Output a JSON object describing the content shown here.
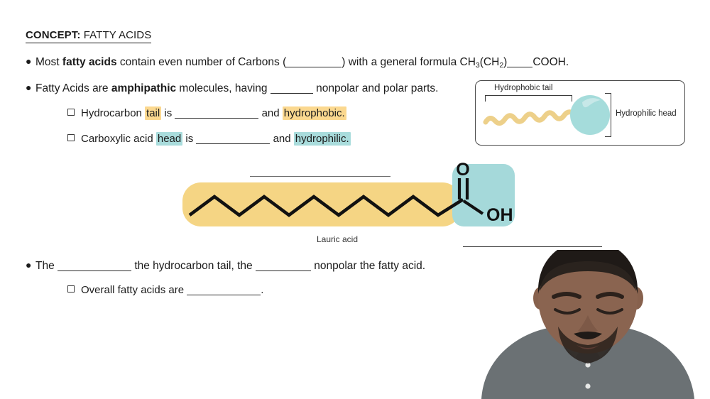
{
  "slide": {
    "title_concept": "CONCEPT:",
    "title_topic": " FATTY ACIDS"
  },
  "bullets": {
    "b1_p1": "Most ",
    "b1_bold": "fatty acids",
    "b1_p2": " contain even number of Carbons (",
    "b1_p3": ") with a general formula CH",
    "b1_sub3": "3",
    "b1_p4": "(CH",
    "b1_sub2": "2",
    "b1_p5": ")",
    "b1_p6": "COOH.",
    "b2_p1": "Fatty Acids are ",
    "b2_bold": "amphipathic",
    "b2_p2": " molecules, having ",
    "b2_p3": " nonpolar and polar parts.",
    "sub1_p1": "Hydrocarbon ",
    "sub1_hl1": "tail",
    "sub1_p2": " is ",
    "sub1_p3": " and ",
    "sub1_hl2": "hydrophobic.",
    "sub2_p1": "Carboxylic acid ",
    "sub2_hl1": "head",
    "sub2_p2": " is ",
    "sub2_p3": " and ",
    "sub2_hl2": "hydrophilic.",
    "b3_p1": "The ",
    "b3_p2": " the hydrocarbon tail, the ",
    "b3_p3": " nonpolar the fatty acid.",
    "sub3_p1": "Overall fatty acids are ",
    "sub3_p2": "."
  },
  "amphipathic_diagram": {
    "tail_label": "Hydrophobic tail",
    "head_label": "Hydrophilic head",
    "tail_color": "#edd08a",
    "head_color": "#a5dcdb"
  },
  "lauric_structure": {
    "caption": "Lauric acid",
    "tail_color": "#f5d584",
    "head_color": "#a5d9da",
    "bond_color": "#111111",
    "atom_o": "O",
    "atom_oh": "OH"
  },
  "webcam": {
    "shirt_color": "#6b7174",
    "skin_color": "#8a6450",
    "hair_color": "#1f1a17"
  },
  "colors": {
    "highlight_yellow": "#fbd88f",
    "highlight_teal": "#a9dcdc",
    "text": "#1b1b1b"
  }
}
